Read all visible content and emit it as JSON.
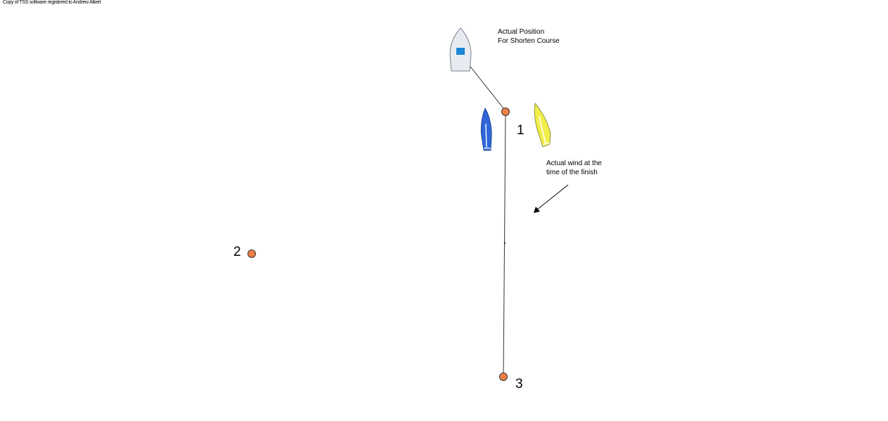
{
  "header": {
    "copyright_text": "Copy of TSS software registered to Andrew Albert"
  },
  "annotations": {
    "shorten_course": {
      "line1": "Actual Position",
      "line2": "For Shorten Course"
    },
    "wind": {
      "line1": "Actual wind at the",
      "line2": "time of the finish"
    }
  },
  "marks": [
    {
      "label": "1",
      "color": "#f07f45"
    },
    {
      "label": "2",
      "color": "#f07f45"
    },
    {
      "label": "3",
      "color": "#f07f45"
    }
  ],
  "boats": [
    {
      "name": "committee-boat",
      "hull_color": "#e8ecf2",
      "flag_color": "#1a86d6"
    },
    {
      "name": "blue-boat",
      "hull_color": "#2e66d8"
    },
    {
      "name": "yellow-boat",
      "hull_color": "#f2ee4a"
    }
  ],
  "icons": {
    "wind_arrow": "arrow-icon"
  }
}
